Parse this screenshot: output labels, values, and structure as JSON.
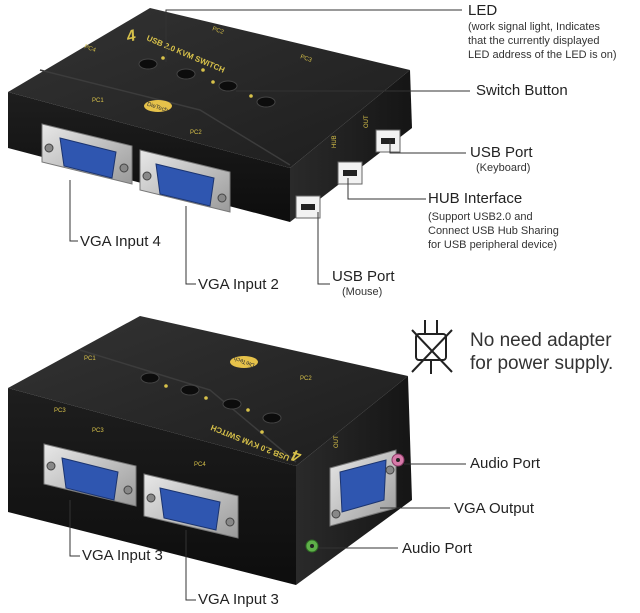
{
  "top_device": {
    "brand": "DieTech",
    "model_text": "USB 2.0 KVM SWITCH",
    "number_mark": "4",
    "port_tags": [
      "PC4",
      "PC2",
      "PC3",
      "PC1"
    ],
    "side_tags": [
      "OUT",
      "HUB"
    ]
  },
  "bottom_device": {
    "brand": "DieTech",
    "model_text": "USB 2.0 KVM SWITCH",
    "number_mark": "4",
    "port_tags": [
      "PC3",
      "PC3",
      "PC4",
      "PC2",
      "PC1"
    ],
    "side_tags": [
      "OUT"
    ]
  },
  "callouts": {
    "led": {
      "title": "LED",
      "desc": [
        "(work signal light, Indicates",
        "that the currently displayed",
        "LED address of the LED is on)"
      ]
    },
    "switch_button": {
      "title": "Switch Button"
    },
    "usb_keyboard": {
      "title": "USB Port",
      "sub": "(Keyboard)"
    },
    "hub": {
      "title": "HUB Interface",
      "desc": [
        "(Support USB2.0 and",
        "Connect USB Hub Sharing",
        "for USB peripheral device)"
      ]
    },
    "usb_mouse": {
      "title": "USB Port",
      "sub": "(Mouse)"
    },
    "vga_in4": {
      "title": "VGA Input 4"
    },
    "vga_in2": {
      "title": "VGA Input 2"
    },
    "no_adapter": {
      "line1": "No need adapter",
      "line2": "for power supply."
    },
    "audio_port_1": {
      "title": "Audio Port"
    },
    "vga_output": {
      "title": "VGA Output"
    },
    "audio_port_2": {
      "title": "Audio Port"
    },
    "vga_in3_a": {
      "title": "VGA Input 3"
    },
    "vga_in3_b": {
      "title": "VGA Input 3"
    }
  },
  "colors": {
    "device_body": "#1b1b1b",
    "device_top": "#262626",
    "silkscreen": "#d8c24a",
    "vga_blue": "#2f56b0",
    "audio_pink": "#d77aa9",
    "audio_green": "#5fb04a",
    "leader_line": "#333333"
  }
}
